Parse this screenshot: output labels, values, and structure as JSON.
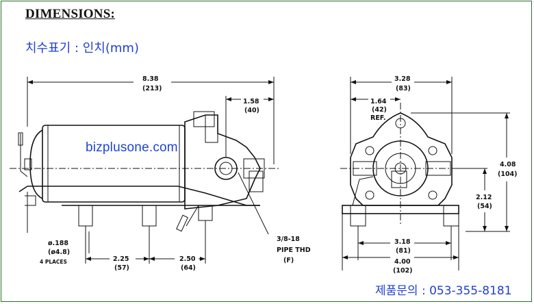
{
  "header": {
    "title": "DIMENSIONS:",
    "subtitle": "치수표기 : 인치(mm)"
  },
  "watermark": "bizplusone.com",
  "contact": "제품문의 : 053-355-8181",
  "side_view": {
    "overall_length": {
      "in": "8.38",
      "mm": "(213)"
    },
    "inlet_offset": {
      "in": "1.58",
      "mm": "(40)"
    },
    "hole_diameter": {
      "in": "ø.188",
      "mm": "(ø4.8)",
      "note": "4 PLACES"
    },
    "mount_spacing_1": {
      "in": "2.25",
      "mm": "(57)"
    },
    "mount_spacing_2": {
      "in": "2.50",
      "mm": "(64)"
    },
    "thread": {
      "line1": "3/8-18",
      "line2": "PIPE THD",
      "line3": "(F)"
    }
  },
  "end_view": {
    "width_top": {
      "in": "3.28",
      "mm": "(83)"
    },
    "center_offset": {
      "in": "1.64",
      "mm": "(42)",
      "note": "REF."
    },
    "height": {
      "in": "4.08",
      "mm": "(104)"
    },
    "port_height": {
      "in": "2.12",
      "mm": "(54)"
    },
    "mount_width": {
      "in": "3.18",
      "mm": "(81)"
    },
    "base_width": {
      "in": "4.00",
      "mm": "(102)"
    }
  }
}
